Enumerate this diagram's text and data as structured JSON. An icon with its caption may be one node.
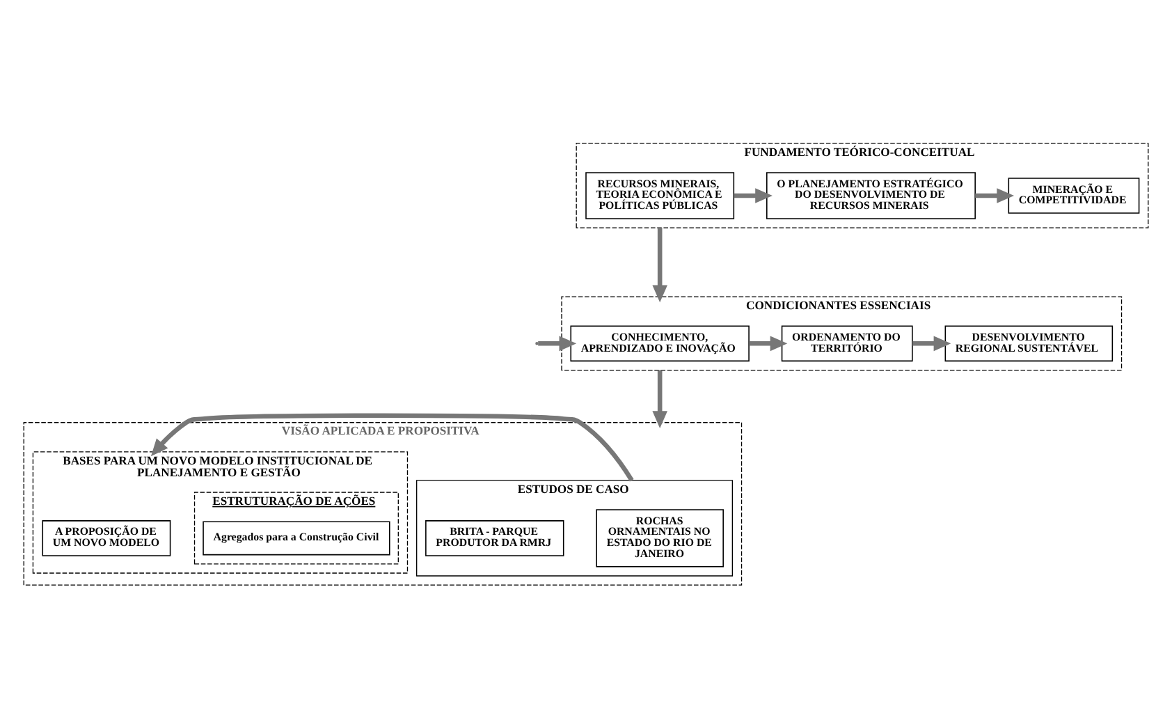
{
  "diagram": {
    "nodes": [
      {
        "text": [
          "FUNDAMENTO TEÓRICO-CONCEITUAL"
        ]
      },
      {
        "text": [
          "RECURSOS MINERAIS, TEORIA ECONÔMICA E POLÍTICAS PÚBLICAS"
        ],
        "in": 0
      },
      {
        "text": [
          "O PLANEJAMENTO ESTRATÉGICO DO DESENVOLVIMENTO DE RECURSOS MINERAIS"
        ],
        "in": 0
      },
      {
        "text": [
          "MINERAÇÃO E COMPETITIVIDADE"
        ],
        "in": 0
      },
      {
        "text": [
          "CONDICIONANTES ESSENCIAIS"
        ]
      },
      {
        "text": [
          "CONHECIMENTO, APRENDIZADO E INOVAÇÃO"
        ],
        "in": 4
      },
      {
        "text": [
          "ORDENAMENTO DO TERRITÓRIO"
        ],
        "in": 4
      },
      {
        "text": [
          "DESENVOLVIMENTO REGIONAL SUSTENTÁVEL"
        ],
        "in": 4
      },
      {
        "text": [
          "VISÃO APLICADA E PROPOSITIVA"
        ]
      },
      {
        "text": [
          "ESTUDOS DE CASO"
        ],
        "in": 8
      },
      {
        "text": [
          "ROCHAS ORNAMENTAIS NO ESTADO DO RIO DE JANEIRO"
        ],
        "in": 9
      },
      {
        "text": [
          "BRITA - PARQUE PRODUTOR DA RMRJ"
        ],
        "in": 9
      },
      {
        "text": [
          "BASES PARA UM NOVO MODELO INSTITUCIONAL DE PLANEJAMENTO E GESTÃO"
        ],
        "in": 8
      },
      {
        "text": [
          "A PROPOSIÇÃO DE UM NOVO MODELO"
        ],
        "in": 12
      },
      {
        "text": [
          "ESTRUTURAÇÃO DE AÇÕES"
        ],
        "in": 12
      },
      {
        "text": [
          "Agregados para a Construção Civil"
        ],
        "in": 14
      }
    ],
    "edges": [
      {
        "from": 1,
        "to": 2,
        "arrow": "to"
      },
      {
        "from": 2,
        "to": 3,
        "arrow": "to"
      },
      {
        "from": 0,
        "to": 4,
        "arrow": "to"
      },
      {
        "from": null,
        "to": 5,
        "arrow": "to"
      },
      {
        "from": 5,
        "to": 6,
        "arrow": "to"
      },
      {
        "from": 6,
        "to": 7,
        "arrow": "to"
      },
      {
        "from": 4,
        "to": 8,
        "arrow": "to"
      },
      {
        "from": 9,
        "to": 12,
        "arrow": "to"
      }
    ]
  }
}
